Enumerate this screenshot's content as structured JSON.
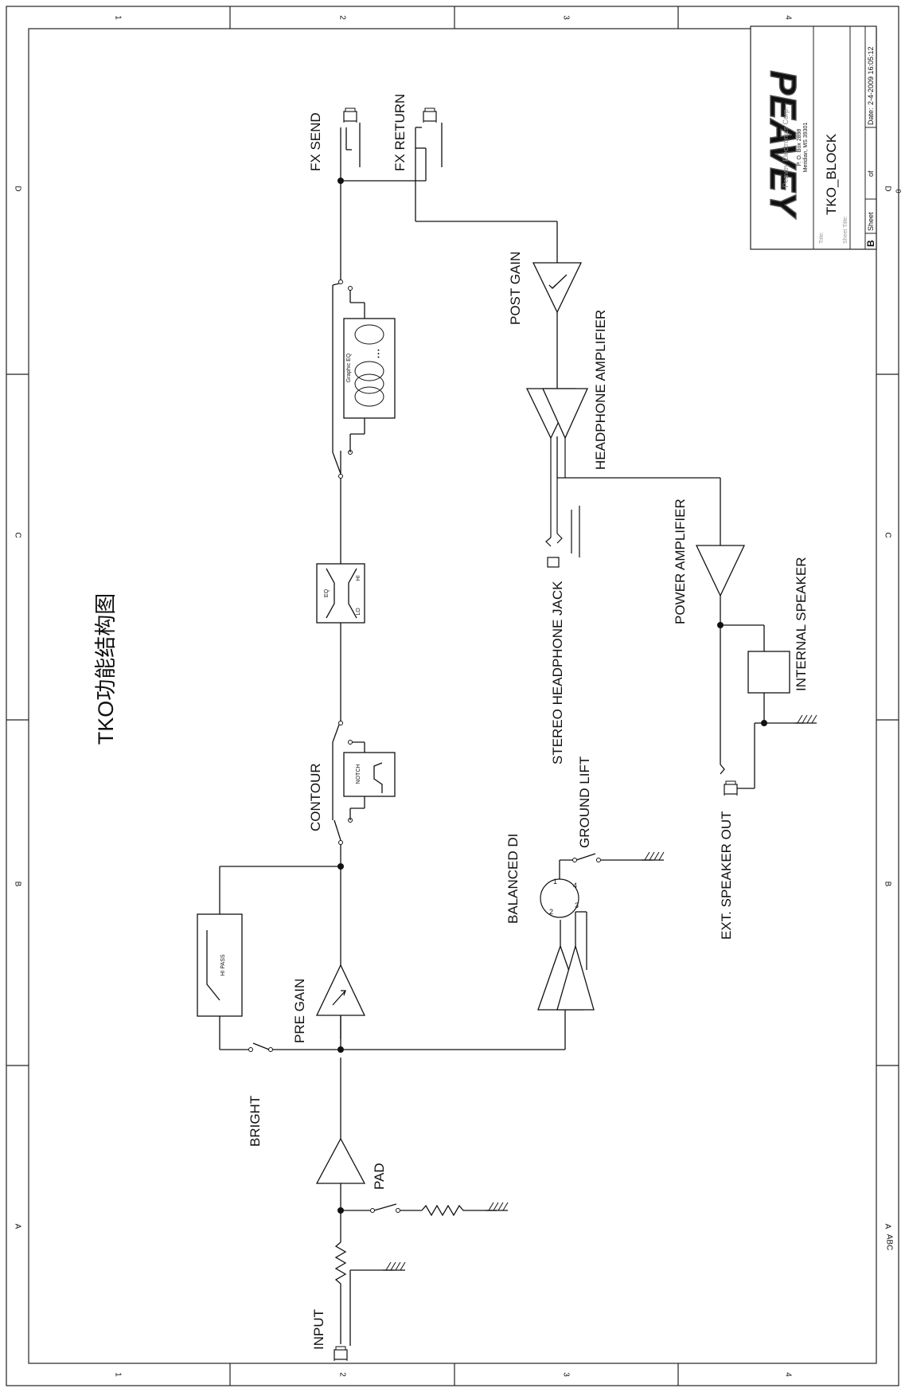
{
  "title": "TKO功能结构图",
  "labels": {
    "input": "INPUT",
    "pad": "PAD",
    "bright": "BRIGHT",
    "hi_pass": "HI PASS",
    "pre_gain": "PRE GAIN",
    "contour": "CONTOUR",
    "notch": "NOTCH",
    "eq": "EQ",
    "eq_lo": "LO",
    "eq_hi": "HI",
    "graphic_eq": "Graphic EQ",
    "graphic_eq_dots": "• • •",
    "fx_send": "FX SEND",
    "fx_return": "FX RETURN",
    "post_gain": "POST GAIN",
    "headphone_amplifier": "HEADPHONE AMPLIFIER",
    "stereo_headphone_jack": "STEREO HEADPHONE JACK",
    "power_amplifier": "POWER AMPLIFIER",
    "internal_speaker": "INTERNAL SPEAKER",
    "ext_speaker_out": "EXT. SPEAKER OUT",
    "balanced_di": "BALANCED DI",
    "ground_lift": "GROUND LIFT",
    "xlr_pins": [
      "1",
      "2",
      "3",
      "4"
    ]
  },
  "title_block": {
    "brand": "PEAVEY",
    "company": "Peavey Electronics Corp.",
    "address_1": "P. O. Box 2898",
    "address_2": "Meridian, MS 39301",
    "title_caption": "Title:",
    "title_value": "TKO_BLOCK",
    "sheet_title_caption": "Sheet Title:",
    "size": "B",
    "sheet_caption": "Sheet",
    "of_caption": "of",
    "date_caption": "Date:",
    "date_value": "2-4-2009 16:05:12",
    "revision": "0"
  },
  "frame": {
    "top_zones": [
      "1",
      "2",
      "3",
      "4"
    ],
    "left_zones": [
      "D",
      "C",
      "B",
      "A"
    ],
    "right_zones": [
      "D",
      "C",
      "B",
      "A"
    ],
    "bottom_zones": [
      "1",
      "2",
      "3",
      "4"
    ],
    "corner_mark": "ABC"
  }
}
